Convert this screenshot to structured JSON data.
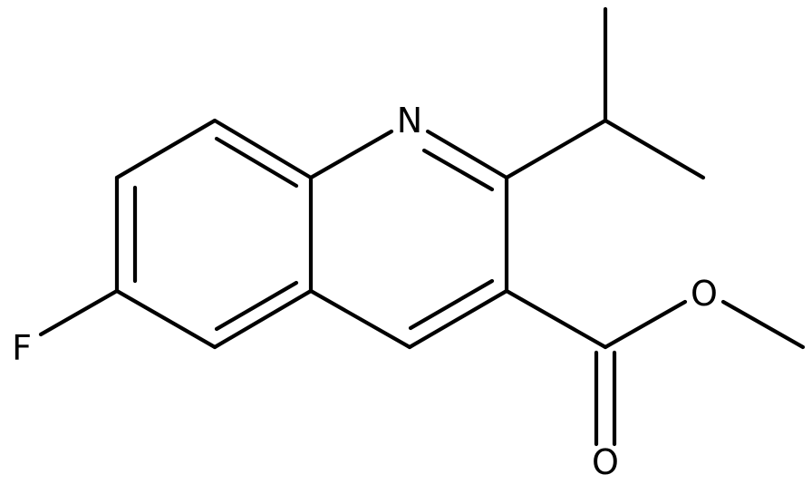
{
  "molecule": {
    "atoms": {
      "nitrogen": "N",
      "fluorine": "F",
      "ester_oxygen": "O",
      "carbonyl_oxygen": "O"
    },
    "colors": {
      "bond": "#000000",
      "label": "#000000",
      "background": "#ffffff"
    }
  }
}
